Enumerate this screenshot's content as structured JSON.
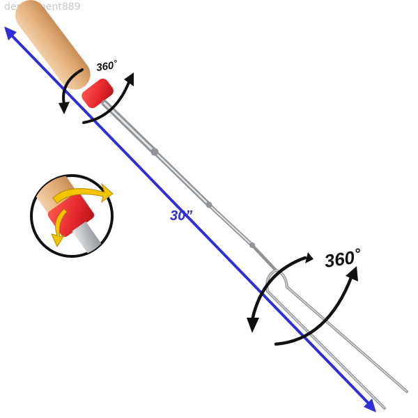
{
  "watermark": "department889",
  "length_label": "30”",
  "rotation_label_handle": "360˚",
  "rotation_label_fork": "360˚",
  "colors": {
    "measure_line": "#2f2fd6",
    "handle_wood": "#e8b98a",
    "collar_red": "#e3262b",
    "steel": "#b9bcc0",
    "arrow_black": "#111111",
    "arrow_yellow": "#f5c400"
  }
}
